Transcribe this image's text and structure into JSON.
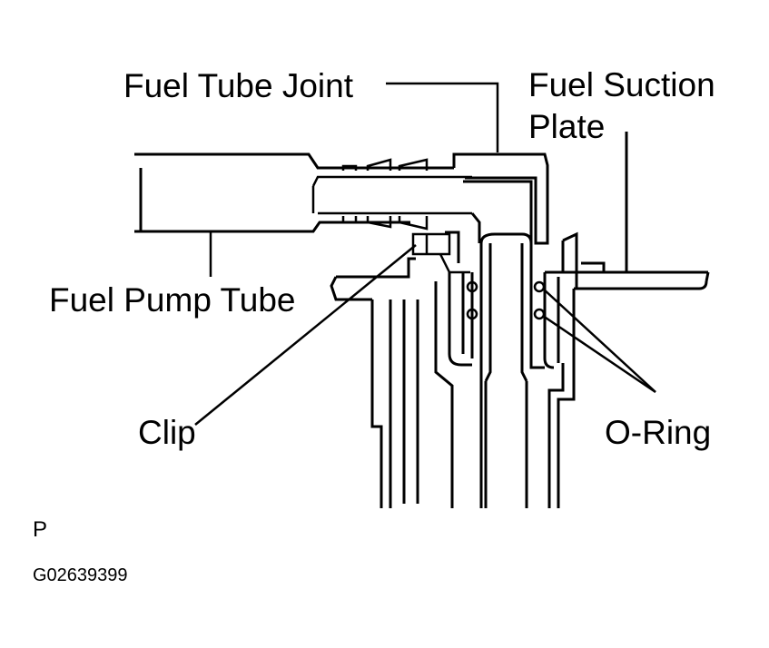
{
  "labels": {
    "fuel_tube_joint": "Fuel Tube Joint",
    "fuel_suction_plate_line1": "Fuel Suction",
    "fuel_suction_plate_line2": "Plate",
    "fuel_pump_tube": "Fuel Pump Tube",
    "clip": "Clip",
    "o_ring": "O-Ring"
  },
  "figure_mark": "P",
  "figure_code": "G02639399"
}
